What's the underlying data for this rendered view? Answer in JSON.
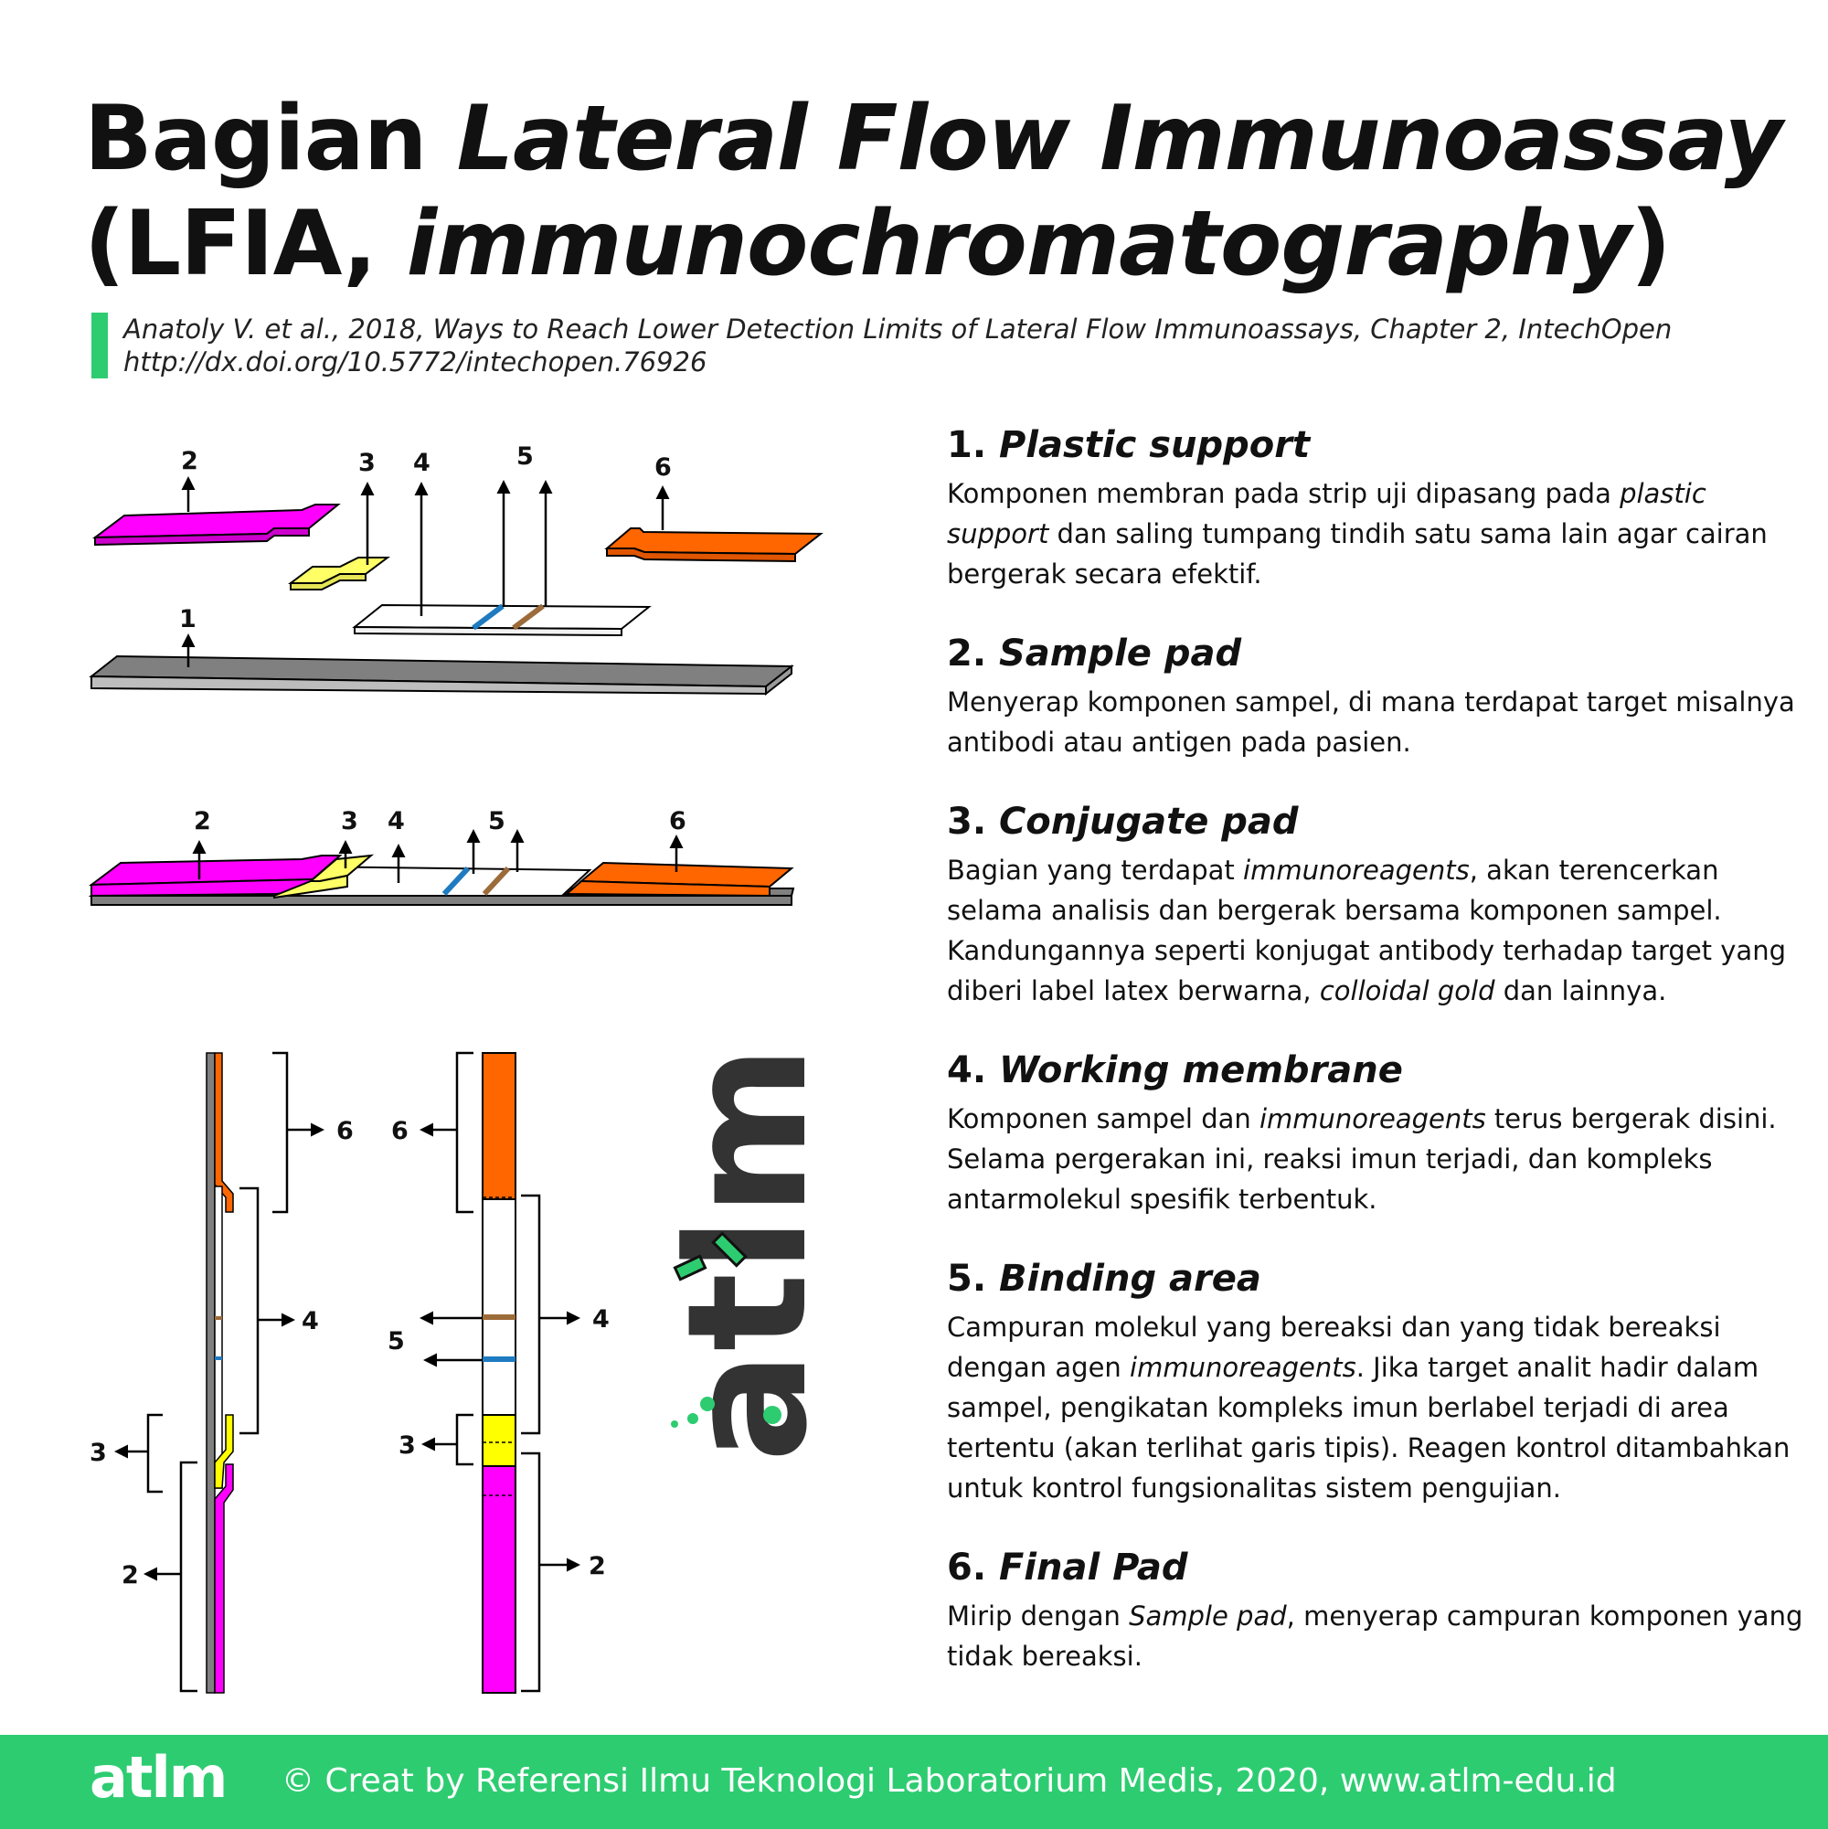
{
  "title": {
    "line1_plain": "Bagian ",
    "line1_italic": "Lateral Flow Immunoassay",
    "line2_open": "(LFIA, ",
    "line2_italic": "immunochromatography",
    "line2_close": ")"
  },
  "reference": {
    "line1": "Anatoly V. et al., 2018, Ways to Reach Lower Detection Limits of Lateral Flow Immunoassays, Chapter 2, IntechOpen",
    "line2": "http://dx.doi.org/10.5772/intechopen.76926"
  },
  "diagram_labels": {
    "n1": "1",
    "n2": "2",
    "n3": "3",
    "n4": "4",
    "n5": "5",
    "n6": "6"
  },
  "logo_text": "atlm",
  "colors": {
    "sample_pad": "#ff00ff",
    "conjugate_pad": "#ffff00",
    "final_pad": "#ff6600",
    "plastic_support": "#808080",
    "test_line": "#1e7bc0",
    "control_line": "#9c6b3a",
    "brand_green": "#2ecc71"
  },
  "sections": [
    {
      "num": "1. ",
      "title": "Plastic support",
      "p": [
        {
          "t": "Komponen membran pada strip uji dipasang pada "
        },
        {
          "t": "plastic support",
          "i": true
        },
        {
          "t": " dan saling tumpang tindih satu sama lain agar cairan bergerak secara efektif."
        }
      ]
    },
    {
      "num": "2. ",
      "title": "Sample pad",
      "p": [
        {
          "t": "Menyerap komponen sampel, di mana terdapat target misalnya antibodi atau antigen pada pasien."
        }
      ]
    },
    {
      "num": "3. ",
      "title": "Conjugate pad",
      "p": [
        {
          "t": "Bagian yang terdapat "
        },
        {
          "t": "immunoreagents",
          "i": true
        },
        {
          "t": ", akan terencerkan selama analisis dan bergerak bersama komponen sampel. Kandungannya seperti konjugat antibody terhadap target yang diberi label latex berwarna, "
        },
        {
          "t": "colloidal gold",
          "i": true
        },
        {
          "t": " dan lainnya."
        }
      ]
    },
    {
      "num": "4. ",
      "title": "Working membrane",
      "p": [
        {
          "t": " Komponen sampel dan "
        },
        {
          "t": "immunoreagents",
          "i": true
        },
        {
          "t": " terus bergerak disini. Selama pergerakan ini, reaksi imun terjadi, dan kompleks antarmolekul spesifik terbentuk."
        }
      ]
    },
    {
      "num": "5. ",
      "title": "Binding area",
      "p": [
        {
          "t": "Campuran molekul yang bereaksi dan yang tidak bereaksi dengan agen "
        },
        {
          "t": "immunoreagents",
          "i": true
        },
        {
          "t": ". Jika target analit hadir dalam sampel, pengikatan kompleks imun berlabel terjadi di area tertentu (akan terlihat garis tipis). Reagen kontrol ditambahkan untuk kontrol fungsionalitas sistem pengujian."
        }
      ]
    },
    {
      "num": "6. ",
      "title": "Final Pad",
      "p": [
        {
          "t": "Mirip dengan "
        },
        {
          "t": "Sample pad",
          "i": true
        },
        {
          "t": ", menyerap campuran komponen yang tidak bereaksi."
        }
      ]
    }
  ],
  "footer": {
    "logo": "atlm",
    "text": "© Creat by Referensi Ilmu Teknologi Laboratorium Medis, 2020, www.atlm-edu.id"
  }
}
